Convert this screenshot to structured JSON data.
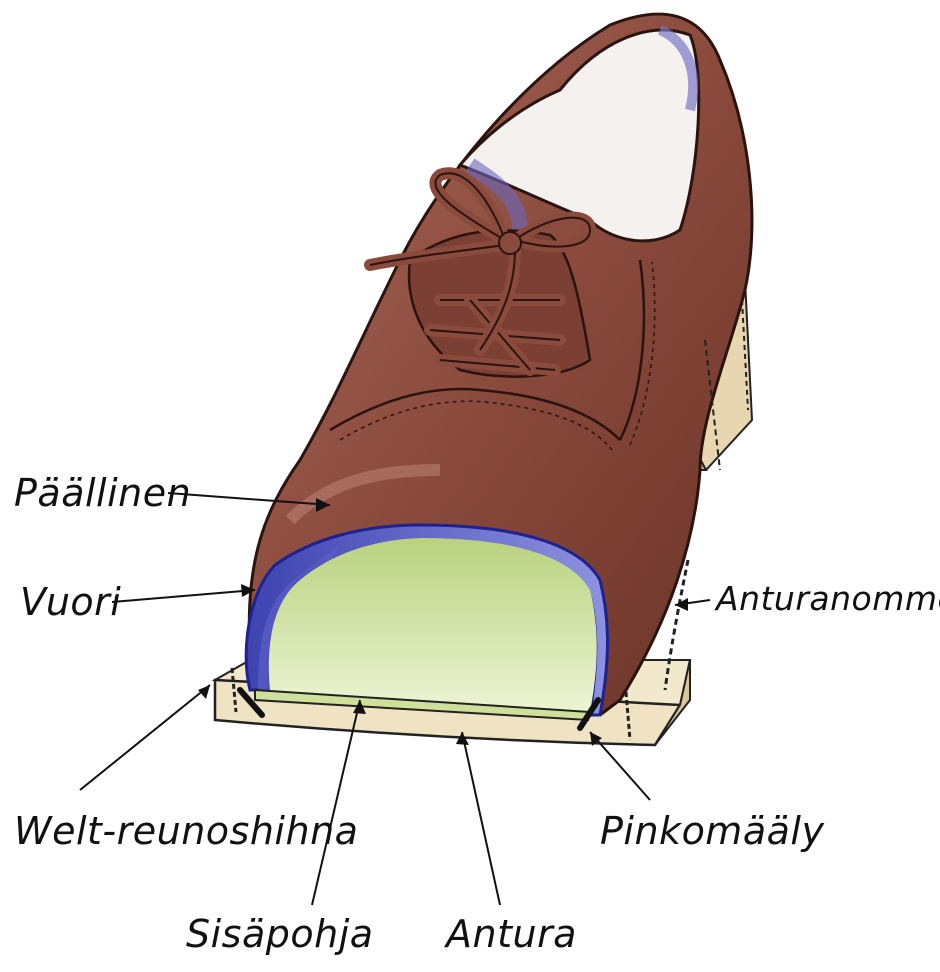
{
  "labels": {
    "upper": "Päällinen",
    "lining": "Vuori",
    "sole_stitch": "Anturanommel",
    "welt": "Welt-reunoshihna",
    "toe_puff": "Pinkomääly",
    "insole": "Sisäpohja",
    "outsole": "Antura"
  },
  "colors": {
    "leather": "#8a4a3c",
    "leather_dark": "#5e2c22",
    "leather_light": "#b77f6f",
    "lining": "#5a5ec8",
    "insole": "#d9e8a8",
    "sole": "#efe3c4",
    "stitch": "#222222",
    "lace": "#7a3f32"
  }
}
